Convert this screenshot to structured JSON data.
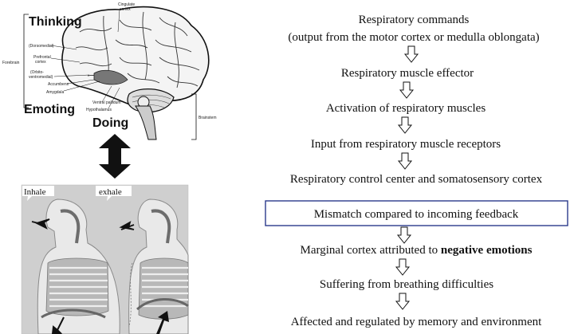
{
  "brain_labels": {
    "thinking": "Thinking",
    "emoting": "Emoting",
    "doing": "Doing",
    "forebrain": "Forebrain",
    "cingulate": "Cingulate",
    "cortex": "cortex",
    "dorsomedial": "(Dorsomedial)",
    "prefrontal": "Prefrontal",
    "prefrontal_cortex": "cortex",
    "orbito": "(Orbito-",
    "ventromedial": "ventromedial)",
    "accumbens": "Accumbens",
    "amygdala": "Amygdala",
    "ventral_pallidum": "Ventral pallidum",
    "hypothalamus": "Hypothalamus",
    "brainstem": "Brainstem"
  },
  "breath_labels": {
    "inhale": "Inhale",
    "exhale": "exhale"
  },
  "flow_steps": [
    "Respiratory commands",
    "(output from the motor cortex or medulla oblongata)",
    "Respiratory muscle effector",
    "Activation of respiratory muscles",
    "Input from respiratory muscle receptors",
    "Respiratory control center and somatosensory cortex",
    "Mismatch compared to incoming feedback",
    "Suffering from breathing difficulties",
    "Affected and regulated by memory and environment"
  ],
  "marginal_step": {
    "prefix": "Marginal cortex attributed to ",
    "bold": "negative emotions"
  },
  "colors": {
    "box_border": "#2b3a8c",
    "arrow": "#111111",
    "panel_bg": "#c9c9c9"
  }
}
